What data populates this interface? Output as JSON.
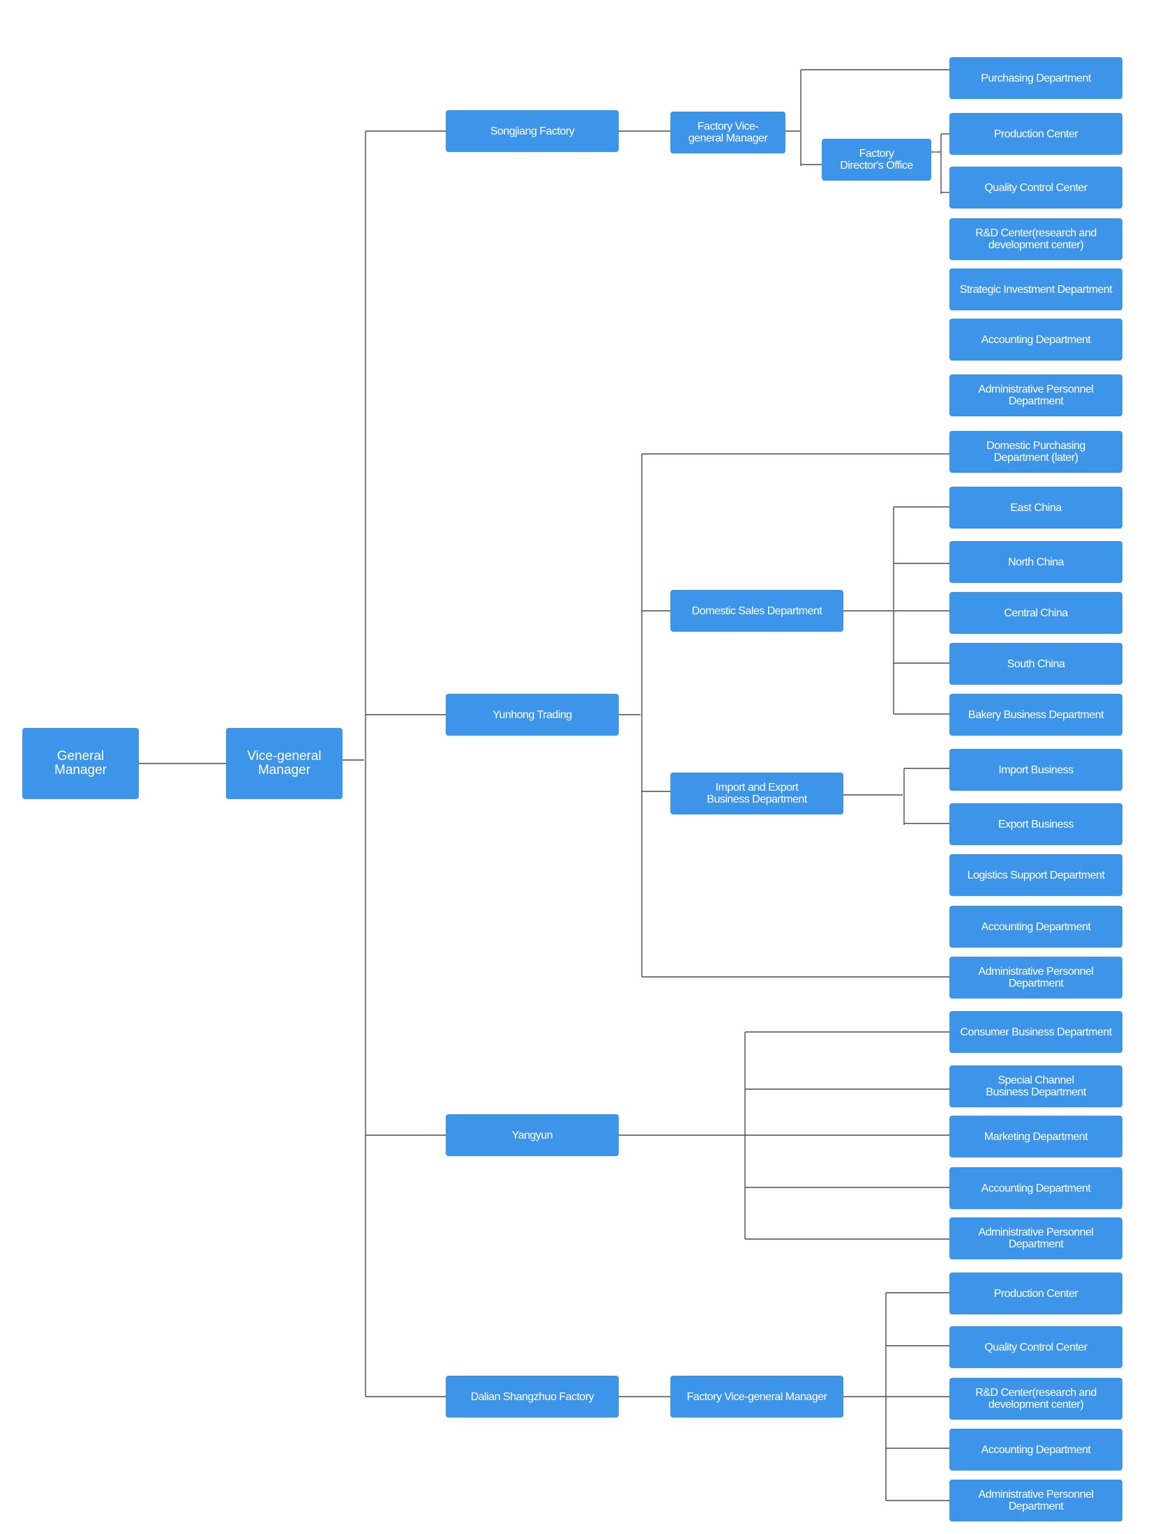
{
  "colors": {
    "node_fill": "#3d95ea",
    "node_text": "#ffffff",
    "connector": "#4a4a4a",
    "background": "#ffffff"
  },
  "nodes": {
    "general_manager": "General\nManager",
    "vice_general_manager": "Vice-general\nManager",
    "songjiang_factory": "Songjiang Factory",
    "songjiang_vice_gm": "Factory Vice-\ngeneral Manager",
    "factory_directors_office": "Factory\nDirector's Office",
    "sj_purchasing": "Purchasing Department",
    "sj_production": "Production Center",
    "sj_quality": "Quality Control Center",
    "sj_rnd": "R&D Center(research and\ndevelopment center)",
    "sj_strategic": "Strategic Investment Department",
    "sj_accounting": "Accounting Department",
    "sj_admin": "Administrative Personnel\nDepartment",
    "yunhong_trading": "Yunhong Trading",
    "domestic_sales": "Domestic Sales Department",
    "import_export": "Import and Export\nBusiness Department",
    "yh_domestic_purchasing": "Domestic Purchasing\nDepartment (later)",
    "yh_east_china": "East China",
    "yh_north_china": "North China",
    "yh_central_china": "Central China",
    "yh_south_china": "South China",
    "yh_bakery": "Bakery Business Department",
    "yh_import": "Import Business",
    "yh_export": "Export Business",
    "yh_logistics": "Logistics Support Department",
    "yh_accounting": "Accounting Department",
    "yh_admin": "Administrative Personnel\nDepartment",
    "yangyun": "Yangyun",
    "yy_consumer": "Consumer Business Department",
    "yy_special_channel": "Special Channel\nBusiness Department",
    "yy_marketing": "Marketing Department",
    "yy_accounting": "Accounting Department",
    "yy_admin": "Administrative Personnel\nDepartment",
    "dalian_factory": "Dalian Shangzhuo Factory",
    "dalian_vice_gm": "Factory Vice-general Manager",
    "dl_production": "Production Center",
    "dl_quality": "Quality Control Center",
    "dl_rnd": "R&D Center(research and\ndevelopment center)",
    "dl_accounting": "Accounting Department",
    "dl_admin": "Administrative Personnel\nDepartment"
  }
}
